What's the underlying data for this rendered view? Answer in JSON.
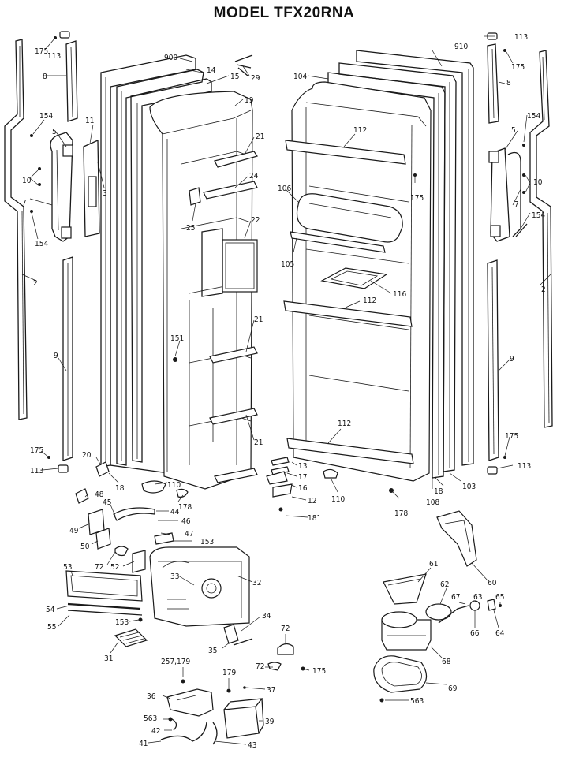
{
  "title": "MODEL TFX20RNA",
  "callouts": [
    {
      "id": "c1",
      "text": "175"
    },
    {
      "id": "c2",
      "text": "113"
    },
    {
      "id": "c3",
      "text": "900"
    },
    {
      "id": "c4",
      "text": "14"
    },
    {
      "id": "c5",
      "text": "15"
    },
    {
      "id": "c6",
      "text": "29"
    },
    {
      "id": "c7",
      "text": "8"
    },
    {
      "id": "c8",
      "text": "19"
    },
    {
      "id": "c9",
      "text": "154"
    },
    {
      "id": "c10",
      "text": "11"
    },
    {
      "id": "c11",
      "text": "5"
    },
    {
      "id": "c12",
      "text": "21"
    },
    {
      "id": "c13",
      "text": "10"
    },
    {
      "id": "c14",
      "text": "3"
    },
    {
      "id": "c15",
      "text": "24"
    },
    {
      "id": "c16",
      "text": "7"
    },
    {
      "id": "c17",
      "text": "25"
    },
    {
      "id": "c18",
      "text": "22"
    },
    {
      "id": "c19",
      "text": "154"
    },
    {
      "id": "c20",
      "text": "2"
    },
    {
      "id": "c21",
      "text": "151"
    },
    {
      "id": "c22",
      "text": "21"
    },
    {
      "id": "c23",
      "text": "9"
    },
    {
      "id": "c24",
      "text": "21"
    },
    {
      "id": "c25",
      "text": "175"
    },
    {
      "id": "c26",
      "text": "20"
    },
    {
      "id": "c27",
      "text": "113"
    },
    {
      "id": "c28",
      "text": "18"
    },
    {
      "id": "c29",
      "text": "110"
    },
    {
      "id": "c30",
      "text": "178"
    },
    {
      "id": "c31",
      "text": "48"
    },
    {
      "id": "c32",
      "text": "45"
    },
    {
      "id": "c33",
      "text": "44"
    },
    {
      "id": "c34",
      "text": "46"
    },
    {
      "id": "c35",
      "text": "49"
    },
    {
      "id": "c36",
      "text": "47"
    },
    {
      "id": "c37",
      "text": "153"
    },
    {
      "id": "c38",
      "text": "50"
    },
    {
      "id": "c39",
      "text": "72"
    },
    {
      "id": "c40",
      "text": "52"
    },
    {
      "id": "c41",
      "text": "53"
    },
    {
      "id": "c42",
      "text": "33"
    },
    {
      "id": "c43",
      "text": "32"
    },
    {
      "id": "c44",
      "text": "54"
    },
    {
      "id": "c45",
      "text": "55"
    },
    {
      "id": "c46",
      "text": "153"
    },
    {
      "id": "c47",
      "text": "34"
    },
    {
      "id": "c48",
      "text": "72"
    },
    {
      "id": "c49",
      "text": "31"
    },
    {
      "id": "c50",
      "text": "35"
    },
    {
      "id": "c51",
      "text": "257,179"
    },
    {
      "id": "c52",
      "text": "72"
    },
    {
      "id": "c53",
      "text": "175"
    },
    {
      "id": "c54",
      "text": "179"
    },
    {
      "id": "c55",
      "text": "36"
    },
    {
      "id": "c56",
      "text": "37"
    },
    {
      "id": "c57",
      "text": "563"
    },
    {
      "id": "c58",
      "text": "39"
    },
    {
      "id": "c59",
      "text": "42"
    },
    {
      "id": "c60",
      "text": "41"
    },
    {
      "id": "c61",
      "text": "43"
    },
    {
      "id": "c62",
      "text": "113"
    },
    {
      "id": "c63",
      "text": "910"
    },
    {
      "id": "c64",
      "text": "175"
    },
    {
      "id": "c65",
      "text": "104"
    },
    {
      "id": "c66",
      "text": "8"
    },
    {
      "id": "c67",
      "text": "112"
    },
    {
      "id": "c68",
      "text": "154"
    },
    {
      "id": "c69",
      "text": "5"
    },
    {
      "id": "c70",
      "text": "175"
    },
    {
      "id": "c71",
      "text": "10"
    },
    {
      "id": "c72",
      "text": "106"
    },
    {
      "id": "c73",
      "text": "7"
    },
    {
      "id": "c74",
      "text": "154"
    },
    {
      "id": "c75",
      "text": "105"
    },
    {
      "id": "c76",
      "text": "2"
    },
    {
      "id": "c77",
      "text": "116"
    },
    {
      "id": "c78",
      "text": "112"
    },
    {
      "id": "c79",
      "text": "9"
    },
    {
      "id": "c80",
      "text": "112"
    },
    {
      "id": "c81",
      "text": "175"
    },
    {
      "id": "c82",
      "text": "13"
    },
    {
      "id": "c83",
      "text": "113"
    },
    {
      "id": "c84",
      "text": "17"
    },
    {
      "id": "c85",
      "text": "103"
    },
    {
      "id": "c86",
      "text": "16"
    },
    {
      "id": "c87",
      "text": "18"
    },
    {
      "id": "c88",
      "text": "12"
    },
    {
      "id": "c89",
      "text": "108"
    },
    {
      "id": "c90",
      "text": "110"
    },
    {
      "id": "c91",
      "text": "178"
    },
    {
      "id": "c92",
      "text": "181"
    },
    {
      "id": "c93",
      "text": "60"
    },
    {
      "id": "c94",
      "text": "61"
    },
    {
      "id": "c95",
      "text": "62"
    },
    {
      "id": "c96",
      "text": "67"
    },
    {
      "id": "c97",
      "text": "63"
    },
    {
      "id": "c98",
      "text": "65"
    },
    {
      "id": "c99",
      "text": "66"
    },
    {
      "id": "c100",
      "text": "64"
    },
    {
      "id": "c101",
      "text": "68"
    },
    {
      "id": "c102",
      "text": "69"
    },
    {
      "id": "c103",
      "text": "563"
    }
  ]
}
